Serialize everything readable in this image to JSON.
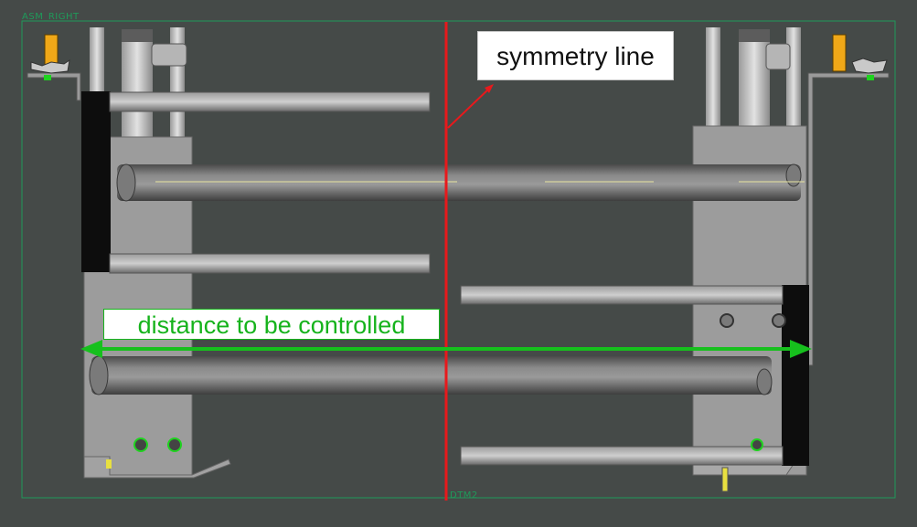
{
  "labels": {
    "assembly": "ASM_RIGHT",
    "datum": "DTM2"
  },
  "callouts": {
    "symmetry": "symmetry line",
    "distance": "distance to be controlled"
  },
  "colors": {
    "background": "#454a48",
    "frame": "#1f9a5a",
    "symmetry_line": "#e8191c",
    "dimension_arrow": "#16c01d",
    "distance_text": "#16b31c",
    "highlight_orange": "#f0a818"
  }
}
